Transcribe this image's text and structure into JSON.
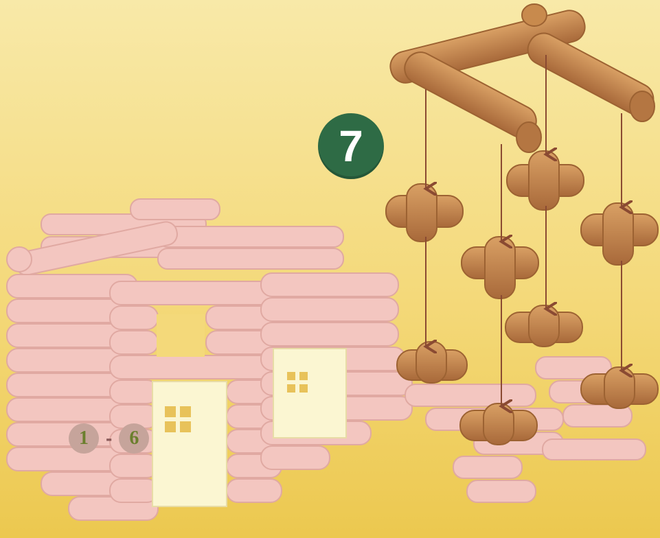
{
  "diagram": {
    "step_number": "7",
    "previous_steps": {
      "from": "1",
      "separator": "-",
      "to": "6"
    }
  },
  "colors": {
    "background_top": "#f8e9a8",
    "background_bottom": "#ecc84f",
    "completed_logs": "#f3c6c0",
    "completed_logs_shadow": "#e0a9a2",
    "door_panel": "#fbf6d2",
    "new_logs": "#c88a4d",
    "new_logs_shadow": "#9c6232",
    "arrow": "#8a4a32",
    "step_badge": "#2e6b45"
  }
}
